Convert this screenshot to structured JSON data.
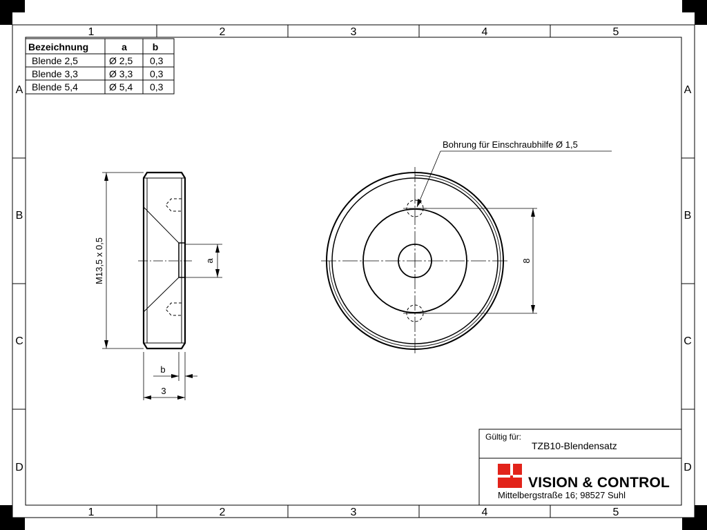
{
  "zones": {
    "columns": [
      "1",
      "2",
      "3",
      "4",
      "5"
    ],
    "rows": [
      "A",
      "B",
      "C",
      "D"
    ]
  },
  "parts_table": {
    "headers": [
      "Bezeichnung",
      "a",
      "b"
    ],
    "rows": [
      [
        "Blende 2,5",
        "Ø 2,5",
        "0,3"
      ],
      [
        "Blende 3,3",
        "Ø 3,3",
        "0,3"
      ],
      [
        "Blende 5,4",
        "Ø 5,4",
        "0,3"
      ]
    ]
  },
  "dimensions": {
    "thread": "M13,5 x 0,5",
    "bore": "a",
    "recess": "b",
    "thickness": "3",
    "hole_distance": "8"
  },
  "annotation": "Bohrung für Einschraubhilfe Ø 1,5",
  "title_block": {
    "valid_for_label": "Gültig für:",
    "valid_for_value": "TZB10-Blendensatz",
    "company": "VISION & CONTROL",
    "address": "Mittelbergstraße 16; 98527 Suhl",
    "logo_color": "#e2231a"
  }
}
